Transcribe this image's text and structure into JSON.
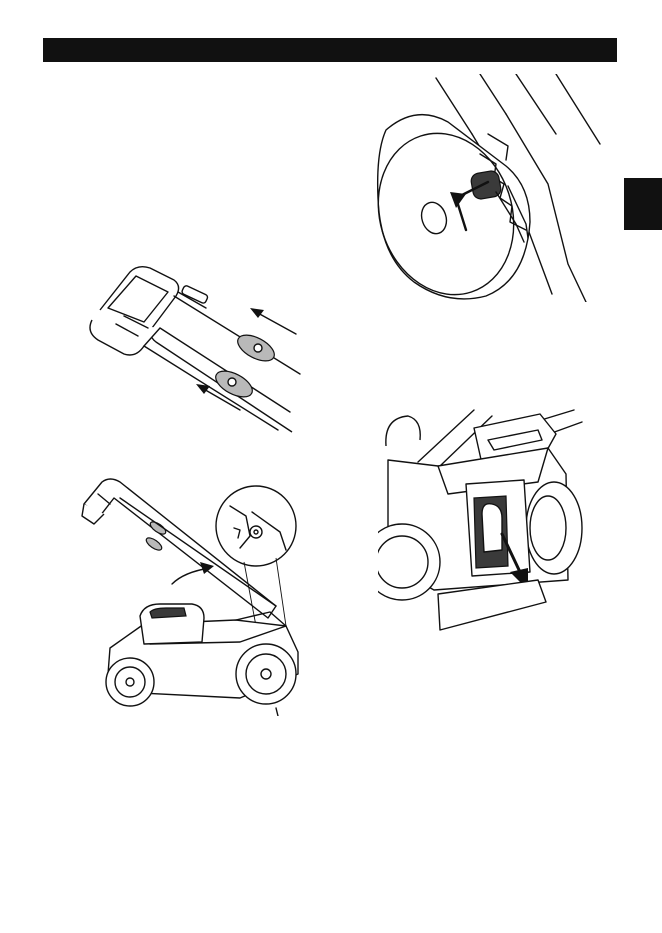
{
  "page": {
    "header_bar_color": "#111111",
    "side_tab_color": "#111111"
  },
  "figures": [
    {
      "subject": "handle-lower-tubes-slide"
    },
    {
      "subject": "handle-fold-with-inset"
    },
    {
      "subject": "height-lever-at-wheel"
    },
    {
      "subject": "grass-bag-removal"
    }
  ]
}
